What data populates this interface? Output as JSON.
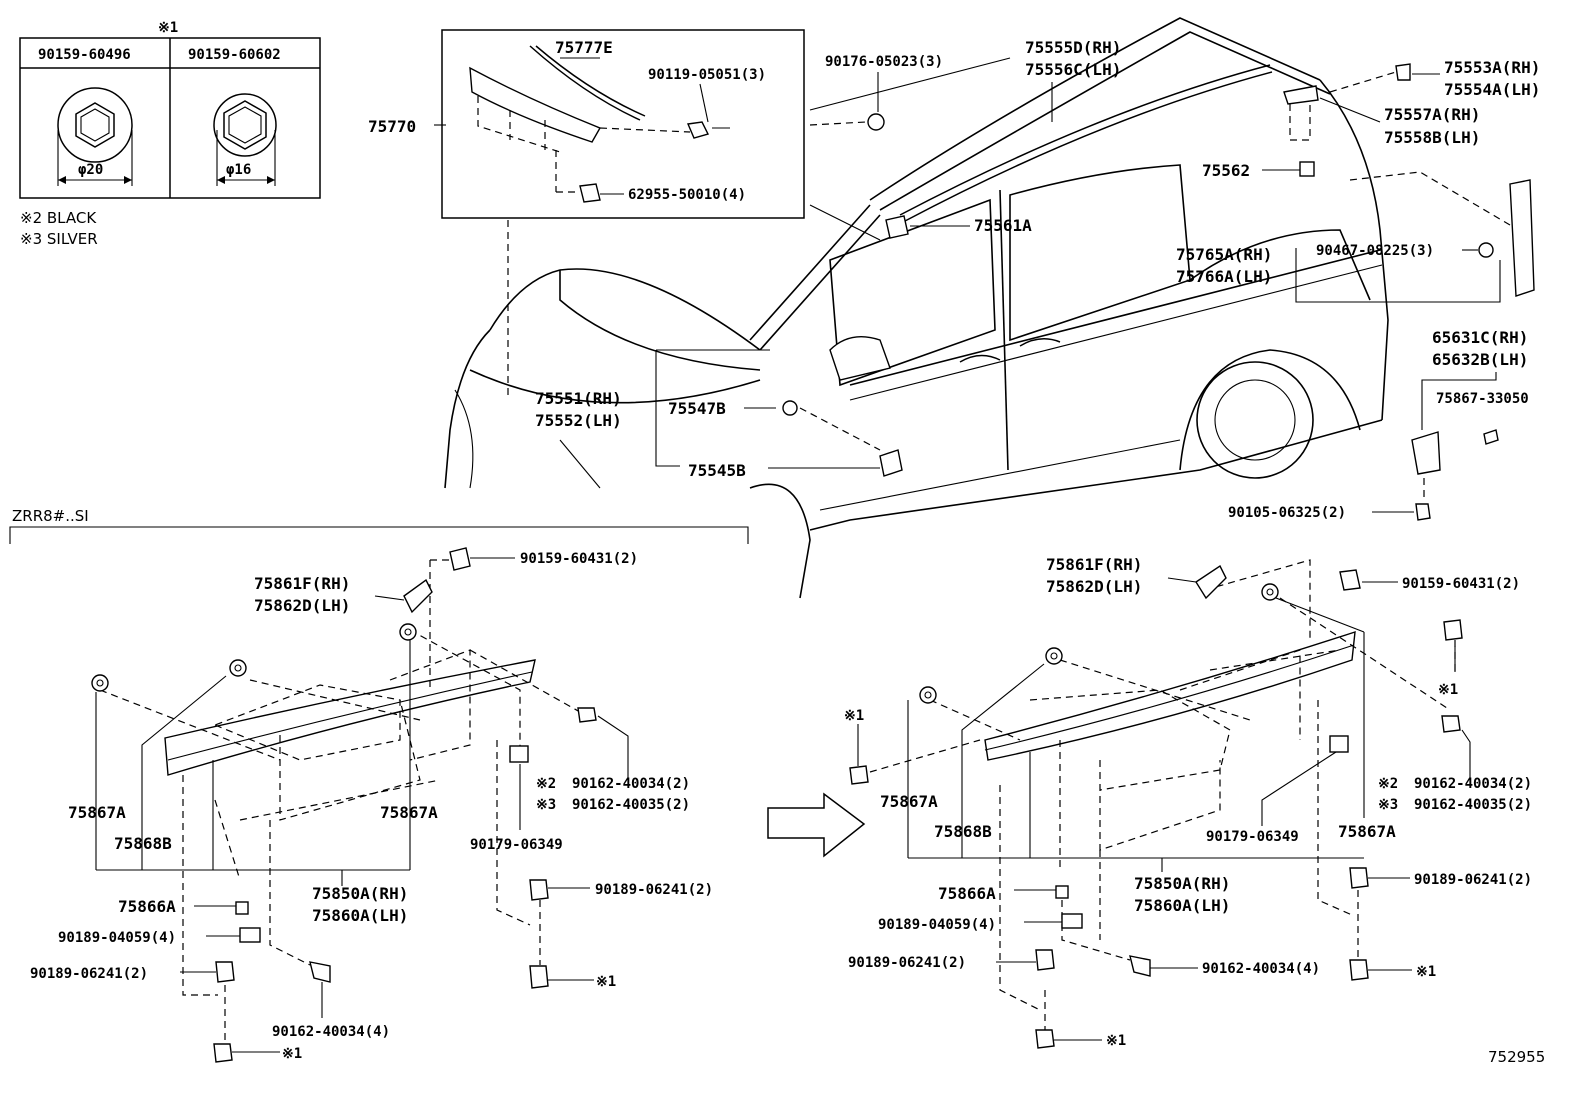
{
  "note_table": {
    "marker": "※1",
    "col1": "90159-60496",
    "col2": "90159-60602",
    "dim1": "φ20",
    "dim2": "φ16"
  },
  "notes": {
    "black": "※2 BLACK",
    "silver": "※3 SILVER"
  },
  "section_label": "ZRR8#..SI",
  "diagram_number": "752955",
  "parts": {
    "p75777E": "75777E",
    "p75770": "75770",
    "p90119": "90119-05051(3)",
    "p62955": "62955-50010(4)",
    "p90176": "90176-05023(3)",
    "p75555D": "75555D(RH)",
    "p75556C": "75556C(LH)",
    "p75553A": "75553A(RH)",
    "p75554A": "75554A(LH)",
    "p75557A": "75557A(RH)",
    "p75558B": "75558B(LH)",
    "p75562": "75562",
    "p75561A": "75561A",
    "p75765A": "75765A(RH)",
    "p75766A": "75766A(LH)",
    "p90467": "90467-08225(3)",
    "p65631C": "65631C(RH)",
    "p65632B": "65632B(LH)",
    "p75867_33050": "75867-33050",
    "p90105": "90105-06325(2)",
    "p75551": "75551(RH)",
    "p75552": "75552(LH)",
    "p75547B": "75547B",
    "p75545B": "75545B",
    "left": {
      "p90159_60431": "90159-60431(2)",
      "p75861F": "75861F(RH)",
      "p75862D": "75862D(LH)",
      "p75867A_a": "75867A",
      "p75868B": "75868B",
      "p75867A_b": "75867A",
      "p90162_40034x2": "90162-40034(2)",
      "p90162_40035x2": "90162-40035(2)",
      "p90179": "90179-06349",
      "p75850A": "75850A(RH)",
      "p75860A": "75860A(LH)",
      "p90189_06241x2": "90189-06241(2)",
      "p75866A": "75866A",
      "p90189_04059": "90189-04059(4)",
      "p90189_06241b": "90189-06241(2)",
      "p90162_40034x4": "90162-40034(4)",
      "mark1": "※1",
      "mark2": "※2",
      "mark3": "※3",
      "mark1b": "※1"
    },
    "right": {
      "p75861F": "75861F(RH)",
      "p75862D": "75862D(LH)",
      "p90159_60431": "90159-60431(2)",
      "mark1_top": "※1",
      "mark1_left": "※1",
      "p90162_40034x2": "90162-40034(2)",
      "p90162_40035x2": "90162-40035(2)",
      "mark2": "※2",
      "mark3": "※3",
      "p75867A_a": "75867A",
      "p75868B": "75868B",
      "p90179": "90179-06349",
      "p75867A_b": "75867A",
      "p75850A": "75850A(RH)",
      "p75860A": "75860A(LH)",
      "p90189_06241x2": "90189-06241(2)",
      "p75866A": "75866A",
      "p90189_04059": "90189-04059(4)",
      "p90189_06241b": "90189-06241(2)",
      "p90162_40034x4": "90162-40034(4)",
      "mark1_mid": "※1",
      "mark1_bot": "※1"
    }
  },
  "icons": [
    "hex-nut-icon",
    "arrow-right-icon",
    "clip-icon",
    "screw-icon",
    "bolt-icon"
  ]
}
